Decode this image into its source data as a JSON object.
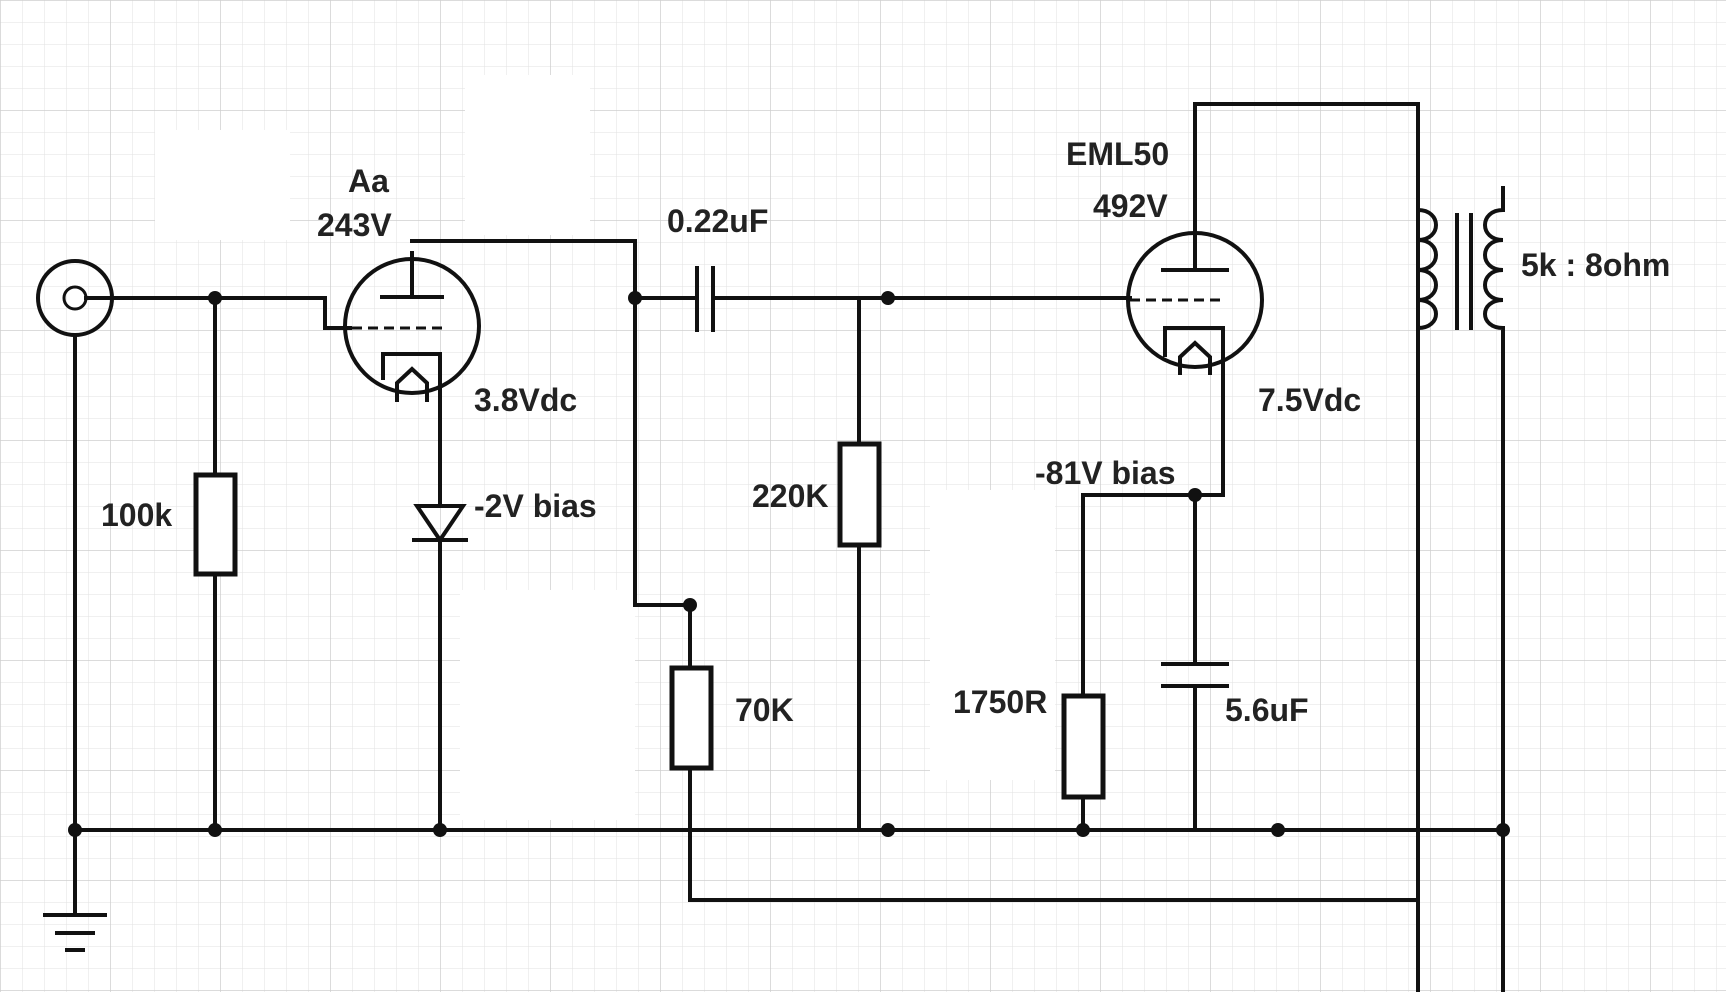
{
  "labels": {
    "tube1_name": "Aa",
    "tube1_voltage": "243V",
    "coupling_cap": "0.22uF",
    "tube2_name": "EML50",
    "tube2_voltage": "492V",
    "transformer": "5k : 8ohm",
    "r_grid": "100k",
    "tube1_cathode": "3.8Vdc",
    "diode_bias": "-2V bias",
    "r_grid2": "220K",
    "r_feedback": "70K",
    "tube2_cathode": "7.5Vdc",
    "tube2_bias": "-81V bias",
    "r_cathode": "1750R",
    "c_cathode": "5.6uF"
  },
  "colors": {
    "wire": "#111111",
    "grid_line": "#d6d6d6",
    "background": "#ffffff"
  }
}
